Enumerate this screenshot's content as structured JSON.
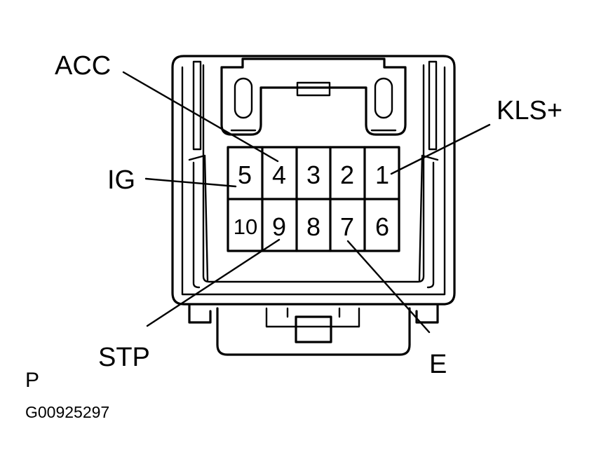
{
  "labels": {
    "acc": "ACC",
    "ig": "IG",
    "kls": "KLS+",
    "stp": "STP",
    "e": "E",
    "view": "P",
    "figure_code": "G00925297"
  },
  "pins_top": [
    "5",
    "4",
    "3",
    "2",
    "1"
  ],
  "pins_bottom": [
    "10",
    "9",
    "8",
    "7",
    "6"
  ]
}
